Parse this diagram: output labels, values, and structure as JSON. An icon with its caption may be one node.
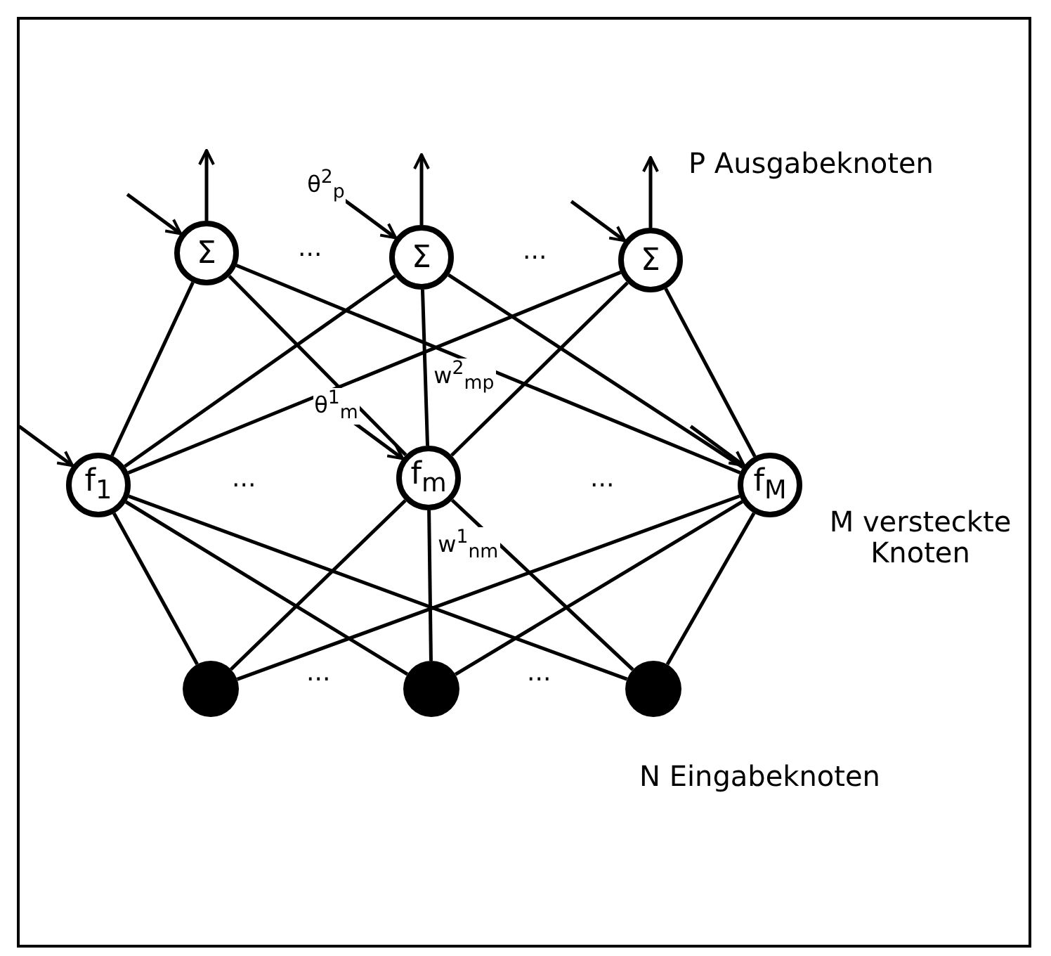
{
  "diagram": {
    "nodes": [
      {
        "text": [
          "Σ"
        ]
      },
      {
        "text": [
          "Σ"
        ]
      },
      {
        "text": [
          "Σ"
        ]
      },
      {
        "text": [
          "f$_{1}$"
        ]
      },
      {
        "text": [
          "f$_{m}$"
        ]
      },
      {
        "text": [
          "f$_{M}$"
        ]
      },
      {
        "text": [],
        "shape": "circle"
      },
      {
        "text": [],
        "shape": "circle"
      },
      {
        "text": [],
        "shape": "circle"
      }
    ],
    "edges": [
      {
        "from": 3,
        "to": 0,
        "arrow": "none"
      },
      {
        "from": 3,
        "to": 1,
        "arrow": "none"
      },
      {
        "from": 3,
        "to": 2,
        "arrow": "none"
      },
      {
        "from": 4,
        "to": 0,
        "arrow": "none"
      },
      {
        "from": 4,
        "to": 1,
        "arrow": "none",
        "label": "w$^{2}$$_{mp}$"
      },
      {
        "from": 4,
        "to": 2,
        "arrow": "none"
      },
      {
        "from": 5,
        "to": 0,
        "arrow": "none"
      },
      {
        "from": 5,
        "to": 1,
        "arrow": "none"
      },
      {
        "from": 5,
        "to": 2,
        "arrow": "none"
      },
      {
        "from": 6,
        "to": 3,
        "arrow": "none"
      },
      {
        "from": 6,
        "to": 4,
        "arrow": "none"
      },
      {
        "from": 6,
        "to": 5,
        "arrow": "none"
      },
      {
        "from": 7,
        "to": 3,
        "arrow": "none"
      },
      {
        "from": 7,
        "to": 4,
        "arrow": "none",
        "label": "w$^{1}$$_{nm}$"
      },
      {
        "from": 7,
        "to": 5,
        "arrow": "none"
      },
      {
        "from": 8,
        "to": 3,
        "arrow": "none"
      },
      {
        "from": 8,
        "to": 4,
        "arrow": "none"
      },
      {
        "from": 8,
        "to": 5,
        "arrow": "none"
      },
      {
        "from": 0,
        "to": null,
        "arrow": "to"
      },
      {
        "from": 1,
        "to": null,
        "arrow": "to"
      },
      {
        "from": 2,
        "to": null,
        "arrow": "to"
      },
      {
        "from": null,
        "to": 0,
        "arrow": "to"
      },
      {
        "from": null,
        "to": 1,
        "arrow": "to",
        "label": "θ$^{2}$$_{p}$"
      },
      {
        "from": null,
        "to": 2,
        "arrow": "to"
      },
      {
        "from": null,
        "to": 3,
        "arrow": "to"
      },
      {
        "from": null,
        "to": 4,
        "arrow": "to",
        "label": "θ$^{1}$$_{m}$"
      },
      {
        "from": null,
        "to": 5,
        "arrow": "to"
      }
    ],
    "labels": [
      "P Ausgabeknoten",
      "...",
      "...",
      "...",
      "...",
      "M versteckte Knoten",
      "...",
      "...",
      "N Eingabeknoten"
    ]
  }
}
